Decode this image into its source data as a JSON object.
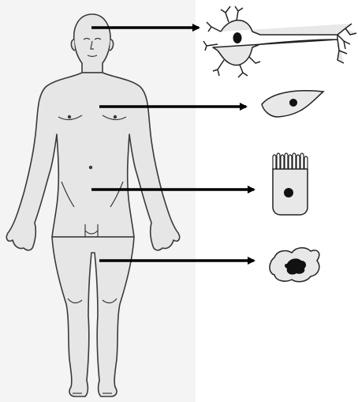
{
  "figure": {
    "subject": "human-body-outline",
    "cells": [
      {
        "name": "neuron-cell",
        "region": "head"
      },
      {
        "name": "spindle-cell",
        "region": "chest"
      },
      {
        "name": "columnar-epithelial-cell",
        "region": "abdomen"
      },
      {
        "name": "irregular-cell",
        "region": "thigh"
      }
    ]
  },
  "colors": {
    "skin_fill": "#e6e6e6",
    "outline": "#3a3a3a",
    "cell_fill": "#e8e8e8",
    "nucleus": "#111111",
    "arrow": "#000000",
    "background_panel": "#f4f4f4"
  }
}
